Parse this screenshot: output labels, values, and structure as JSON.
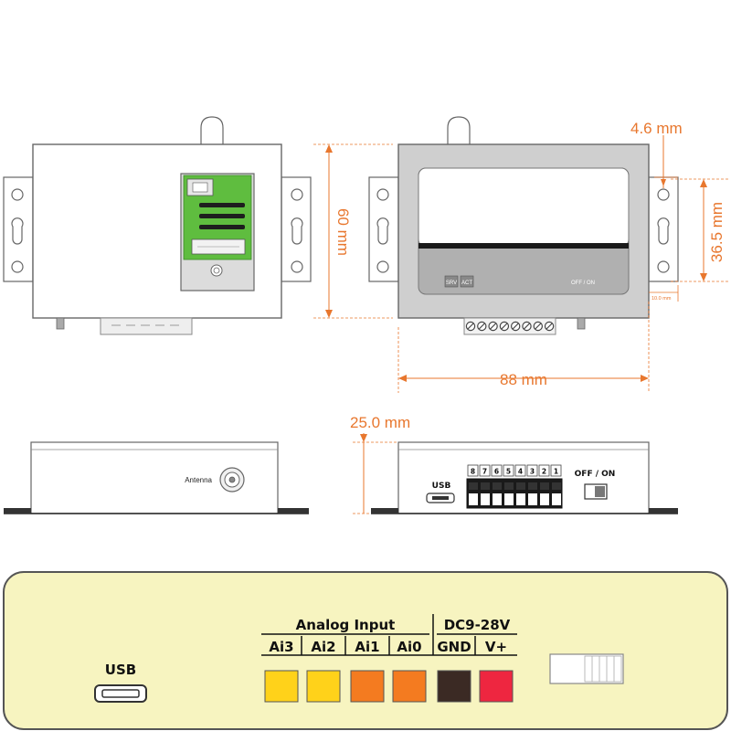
{
  "dimensions": {
    "height": "60 mm",
    "width": "88 mm",
    "hole_offset": "4.6 mm",
    "hole_spacing": "36.5 mm",
    "flange": "10.0 mm",
    "depth": "25.0 mm"
  },
  "front_view": {
    "led_srv": "SRV",
    "led_act": "ACT",
    "switch_label": "OFF / ON"
  },
  "side_view_antenna": {
    "antenna_label": "Antenna"
  },
  "side_view_ports": {
    "usb_label": "USB",
    "switch_label": "OFF / ON",
    "terminal_numbers": [
      "8",
      "7",
      "6",
      "5",
      "4",
      "3",
      "2",
      "1"
    ]
  },
  "panel": {
    "usb_label": "USB",
    "group_analog": "Analog Input",
    "group_power": "DC9-28V",
    "pins": [
      {
        "label": "Ai3",
        "color": "#ffd21a"
      },
      {
        "label": "Ai2",
        "color": "#ffd21a"
      },
      {
        "label": "Ai1",
        "color": "#f47b20"
      },
      {
        "label": "Ai0",
        "color": "#f47b20"
      },
      {
        "label": "GND",
        "color": "#3b2a24"
      },
      {
        "label": "V+",
        "color": "#ee2640"
      }
    ],
    "background": "#f7f4c0"
  },
  "colors": {
    "dimension": "#e8772e",
    "outline": "#555555",
    "sim_green": "#5fbd3f"
  }
}
